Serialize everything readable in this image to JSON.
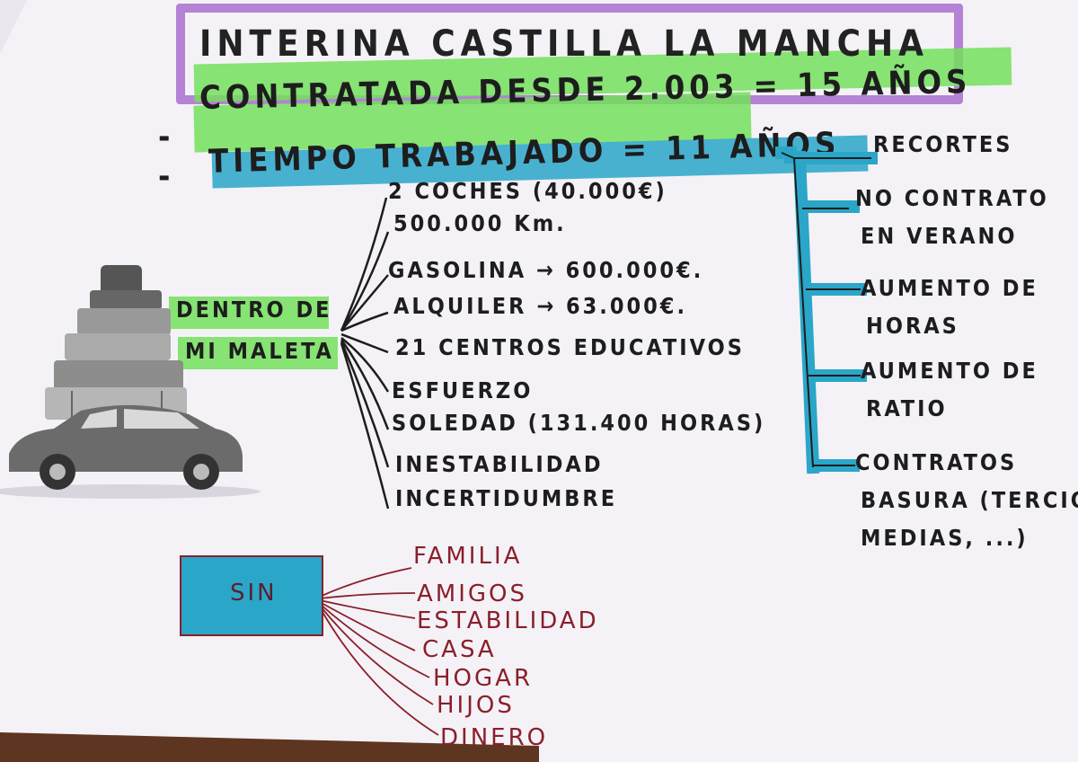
{
  "title": "INTERINA CASTILLA LA MANCHA",
  "contratada": "CONTRATADA DESDE 2.003 = 15 AÑOS",
  "tiempo": "TIEMPO TRABAJADO = 11 AÑOS",
  "dash": "-",
  "maleta": {
    "line1": "DENTRO DE",
    "line2": "MI MALETA",
    "items": [
      "2 COCHES (40.000€)",
      "500.000 Km.",
      "GASOLINA → 600.000€.",
      "ALQUILER → 63.000€.",
      "21 CENTROS EDUCATIVOS",
      "ESFUERZO",
      "SOLEDAD (131.400 HORAS)",
      "INESTABILIDAD",
      "INCERTIDUMBRE"
    ]
  },
  "right": {
    "items": [
      [
        "RECORTES"
      ],
      [
        "NO CONTRATO",
        "EN VERANO"
      ],
      [
        "AUMENTO DE",
        "HORAS"
      ],
      [
        "AUMENTO DE",
        "RATIO"
      ],
      [
        "CONTRATOS",
        "BASURA (TERCIOS,",
        "MEDIAS, ...)"
      ]
    ]
  },
  "sin": {
    "label": "SIN",
    "items": [
      "FAMILIA",
      "AMIGOS",
      "ESTABILIDAD",
      "CASA",
      "HOGAR",
      "HIJOS",
      "DINERO"
    ]
  },
  "colors": {
    "purple": "#a96fcf",
    "green": "#73e05c",
    "blue": "#2aa6c9",
    "ink": "#1d1d1d",
    "red_ink": "#8a1f2b"
  }
}
